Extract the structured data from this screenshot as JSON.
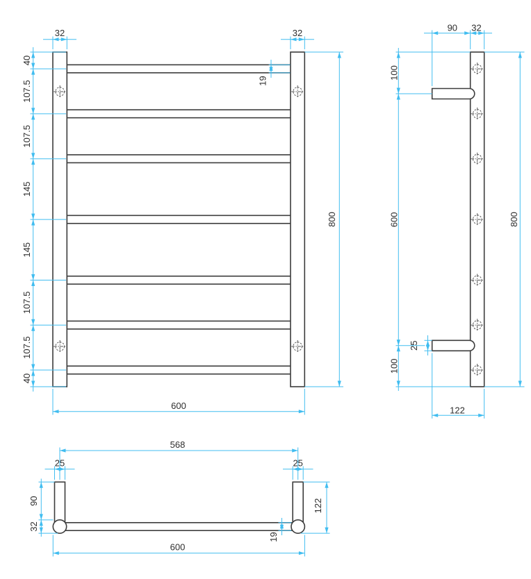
{
  "drawing": {
    "colors": {
      "dimension_line": "#41bdf0",
      "object_line": "#3c3c3c"
    },
    "front": {
      "bar_width": "32",
      "chain": [
        "40",
        "107.5",
        "107.5",
        "145",
        "145",
        "107.5",
        "107.5",
        "40"
      ],
      "rail_thickness": "19",
      "overall_height": "800",
      "overall_width": "600"
    },
    "side": {
      "bracket_depth": "90",
      "bar_width": "32",
      "chain": [
        "100",
        "600",
        "100"
      ],
      "bracket_thickness": "25",
      "overall_height": "800",
      "overall_depth": "122"
    },
    "bottom": {
      "bracket_centers": "568",
      "bracket_width": "25",
      "bracket_length": "90",
      "tube_diameter": "32",
      "overall_depth": "122",
      "rail_thickness": "19",
      "overall_width": "600"
    }
  }
}
